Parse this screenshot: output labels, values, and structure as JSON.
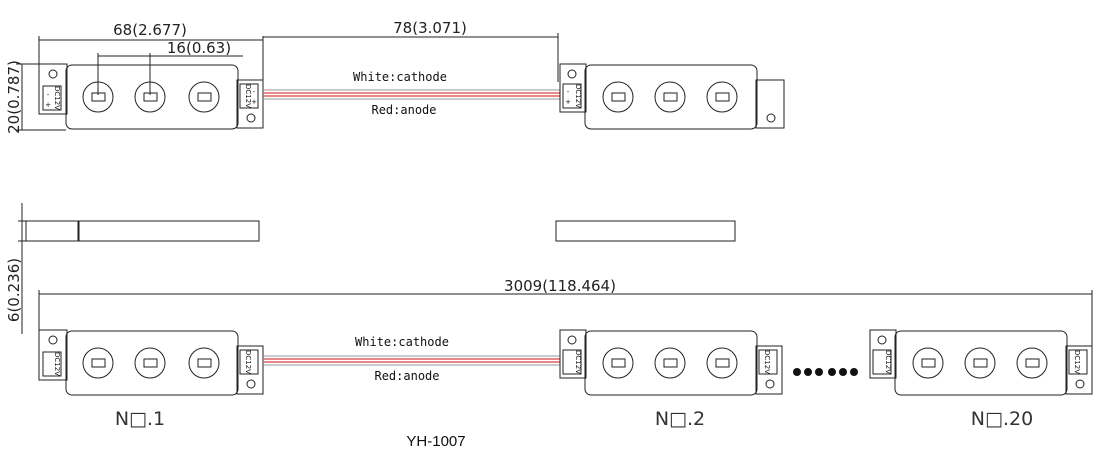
{
  "dimensions": {
    "module_length": "68(2.677)",
    "led_pitch": "16(0.63)",
    "wire_length": "78(3.071)",
    "module_width": "20(0.787)",
    "module_height": "6(0.236)",
    "total_length": "3009(118.464)"
  },
  "wires": {
    "white_label": "White:cathode",
    "red_label": "Red:anode",
    "red_color": "#e06060",
    "white_color": "#999999"
  },
  "module": {
    "voltage_label": "DC12V",
    "minus_sign": "-",
    "plus_sign": "+"
  },
  "modules_chain": [
    {
      "label": "N□.1"
    },
    {
      "label": "N□.2"
    },
    {
      "label": "N□.20"
    }
  ],
  "ellipsis": "•••  •••",
  "model": "YH-1007"
}
